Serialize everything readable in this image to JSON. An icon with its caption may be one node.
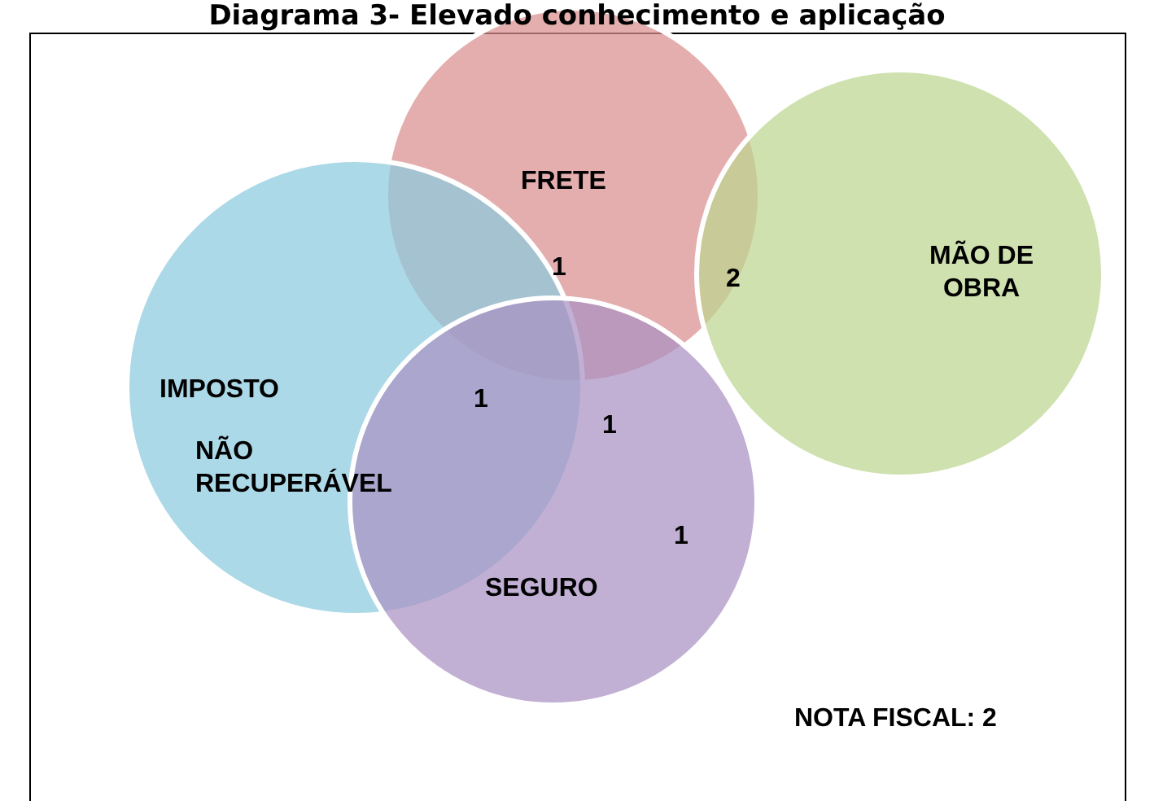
{
  "diagram": {
    "title": "Diagrama 3- Elevado conhecimento e aplicação",
    "nodes": [
      {
        "text": [
          "FRETE"
        ]
      },
      {
        "text": [
          "MÃO DE OBRA"
        ]
      },
      {
        "text": [
          "IMPOSTO",
          "NÃO RECUPERÁVEL"
        ]
      },
      {
        "text": [
          "SEGURO"
        ]
      }
    ],
    "labels": [
      "1",
      "2",
      "1",
      "1",
      "1",
      "NOTA FISCAL: 2"
    ]
  }
}
